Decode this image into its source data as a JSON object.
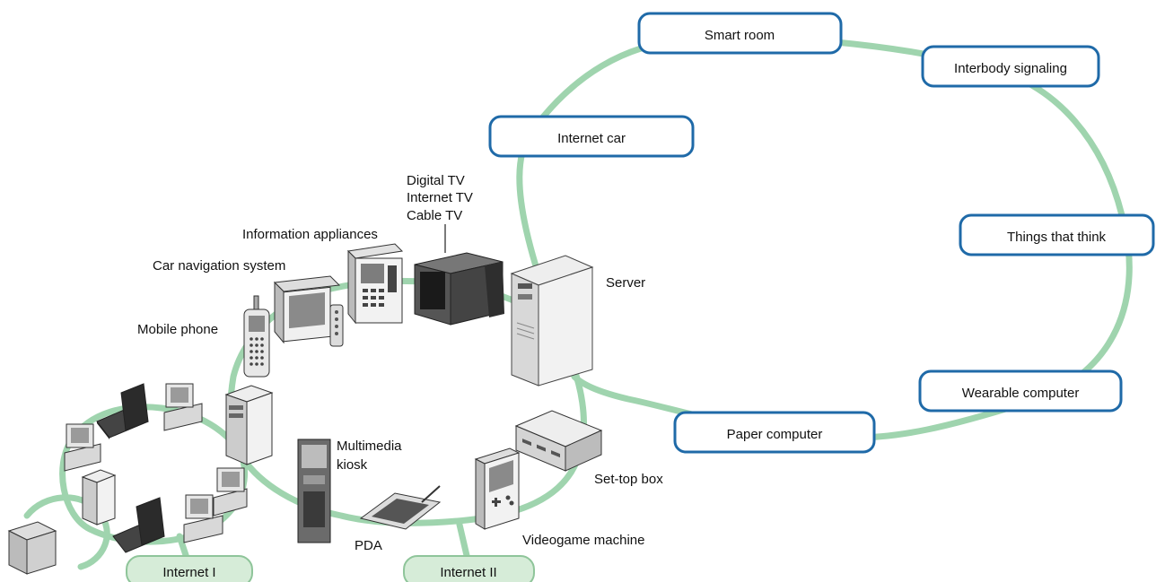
{
  "colors": {
    "ring": "#9fd4ae",
    "box_border": "#1f6aa8",
    "pill_fill": "#d6ecd8"
  },
  "concept_boxes": {
    "smart_room": "Smart room",
    "interbody_signaling": "Interbody signaling",
    "internet_car": "Internet car",
    "things_that_think": "Things that think",
    "wearable_computer": "Wearable computer",
    "paper_computer": "Paper computer"
  },
  "network_pills": {
    "internet_1": "Internet I",
    "internet_2": "Internet II"
  },
  "device_labels": {
    "tv_line1": "Digital TV",
    "tv_line2": "Internet TV",
    "tv_line3": "Cable TV",
    "information_appliances": "Information appliances",
    "car_navigation": "Car navigation system",
    "server": "Server",
    "mobile_phone": "Mobile phone",
    "kiosk_line1": "Multimedia",
    "kiosk_line2": "kiosk",
    "set_top_box": "Set-top box",
    "pda": "PDA",
    "videogame": "Videogame machine"
  },
  "icons": [
    "server-icon",
    "tv-icon",
    "information-appliance-icon",
    "car-navigation-icon",
    "mobile-phone-icon",
    "tower-pc-icon",
    "kiosk-icon",
    "pda-icon",
    "videogame-icon",
    "set-top-box-icon",
    "laptop-icon",
    "desktop-pc-icon",
    "printer-icon"
  ]
}
